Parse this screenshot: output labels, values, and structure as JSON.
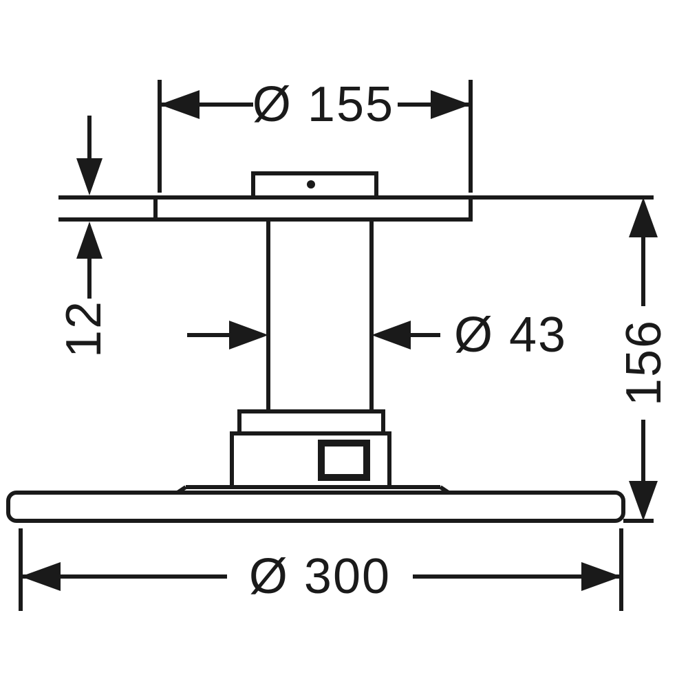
{
  "drawing": {
    "labels": {
      "top_diameter": "Ø 155",
      "plate_thickness": "12",
      "stem_diameter": "Ø 43",
      "overall_height": "156",
      "head_diameter": "Ø 300"
    },
    "colors": {
      "line": "#1a1a1a",
      "background": "#ffffff"
    }
  }
}
